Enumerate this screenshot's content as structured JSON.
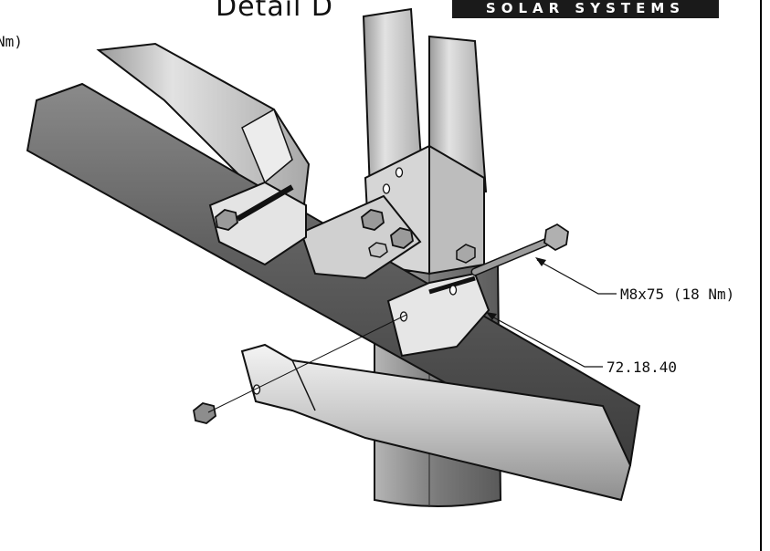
{
  "header": {
    "title": "Detail D",
    "brand": "SOLAR SYSTEMS"
  },
  "callouts": {
    "cut_off_label": "Nm)",
    "bolt": "M8x75 (18 Nm)",
    "clamp_part": "72.18.40"
  },
  "colors": {
    "tube_dark": "#6b6b6b",
    "tube_light": "#c9c9c9",
    "steel": "#d8d8d8",
    "outline": "#111111"
  }
}
